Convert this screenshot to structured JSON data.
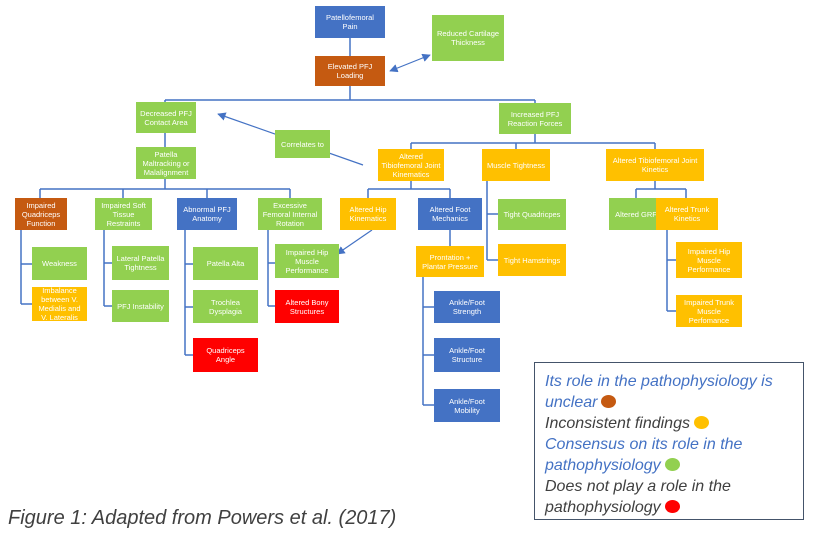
{
  "colors": {
    "blue": "#4472c4",
    "orange": "#c55a11",
    "green": "#92d050",
    "yellow": "#ffc000",
    "red": "#ff0000",
    "connector": "#4472c4"
  },
  "nodes": {
    "root": "Patellofemoral Pain",
    "loading": "Elevated PFJ Loading",
    "cartilage": "Reduced Cartilage Thickness",
    "contact_area": "Decreased PFJ Contact Area",
    "correlates": "Correlates to",
    "reaction_forces": "Increased PFJ Reaction Forces",
    "maltracking": "Patella Maltracking or Malalignment",
    "quad_function": "Impaired Quadriceps Function",
    "soft_tissue": "Impaired Soft Tissue Restraints",
    "pfj_anatomy": "Abnormal PFJ Anatomy",
    "femoral_rotation": "Excessive Femoral Internal Rotation",
    "weakness": "Weakness",
    "imbalance": "Imbalance between V. Medialis and V. Lateralis",
    "lateral_tightness": "Lateral Patella Tightness",
    "pfj_instability": "PFJ Instability",
    "patella_alta": "Patella Alta",
    "trochlea": "Trochlea Dysplagia",
    "q_angle": "Quadriceps Angle",
    "hip_muscle_perf": "Impaired Hip Muscle Performance",
    "bony_structures": "Altered Bony Structures",
    "tf_kinematics": "Altered Tibiofemoral Joint Kinematics",
    "muscle_tightness": "Muscle Tightness",
    "tf_kinetics": "Altered Tibiofemoral Joint Kinetics",
    "hip_kinematics": "Altered Hip Kinematics",
    "foot_mechanics": "Altered Foot Mechanics",
    "tight_quads": "Tight Quadricpes",
    "tight_hams": "Tight Hamstrings",
    "pronation": "Prontation + Plantar Pressure",
    "ankle_strength": "Ankle/Foot Strength",
    "ankle_structure": "Ankle/Foot Structure",
    "ankle_mobility": "Ankle/Foot Mobility",
    "altered_grf": "Altered GRF",
    "trunk_kinetics": "Altered Trunk Kinetics",
    "hip_muscle_perf_2": "Impaired Hip Muscle Performance",
    "trunk_muscle_perf": "Impaired Trunk Muscle Perfomance"
  },
  "legend": {
    "unclear": "Its role in the pathophysiology is unclear",
    "inconsistent": "Inconsistent findings",
    "consensus": "Consensus on its role in the pathophysiology",
    "no_role": "Does not play a role in the pathophysiology"
  },
  "caption": "Figure 1: Adapted from Powers et al. (2017)"
}
